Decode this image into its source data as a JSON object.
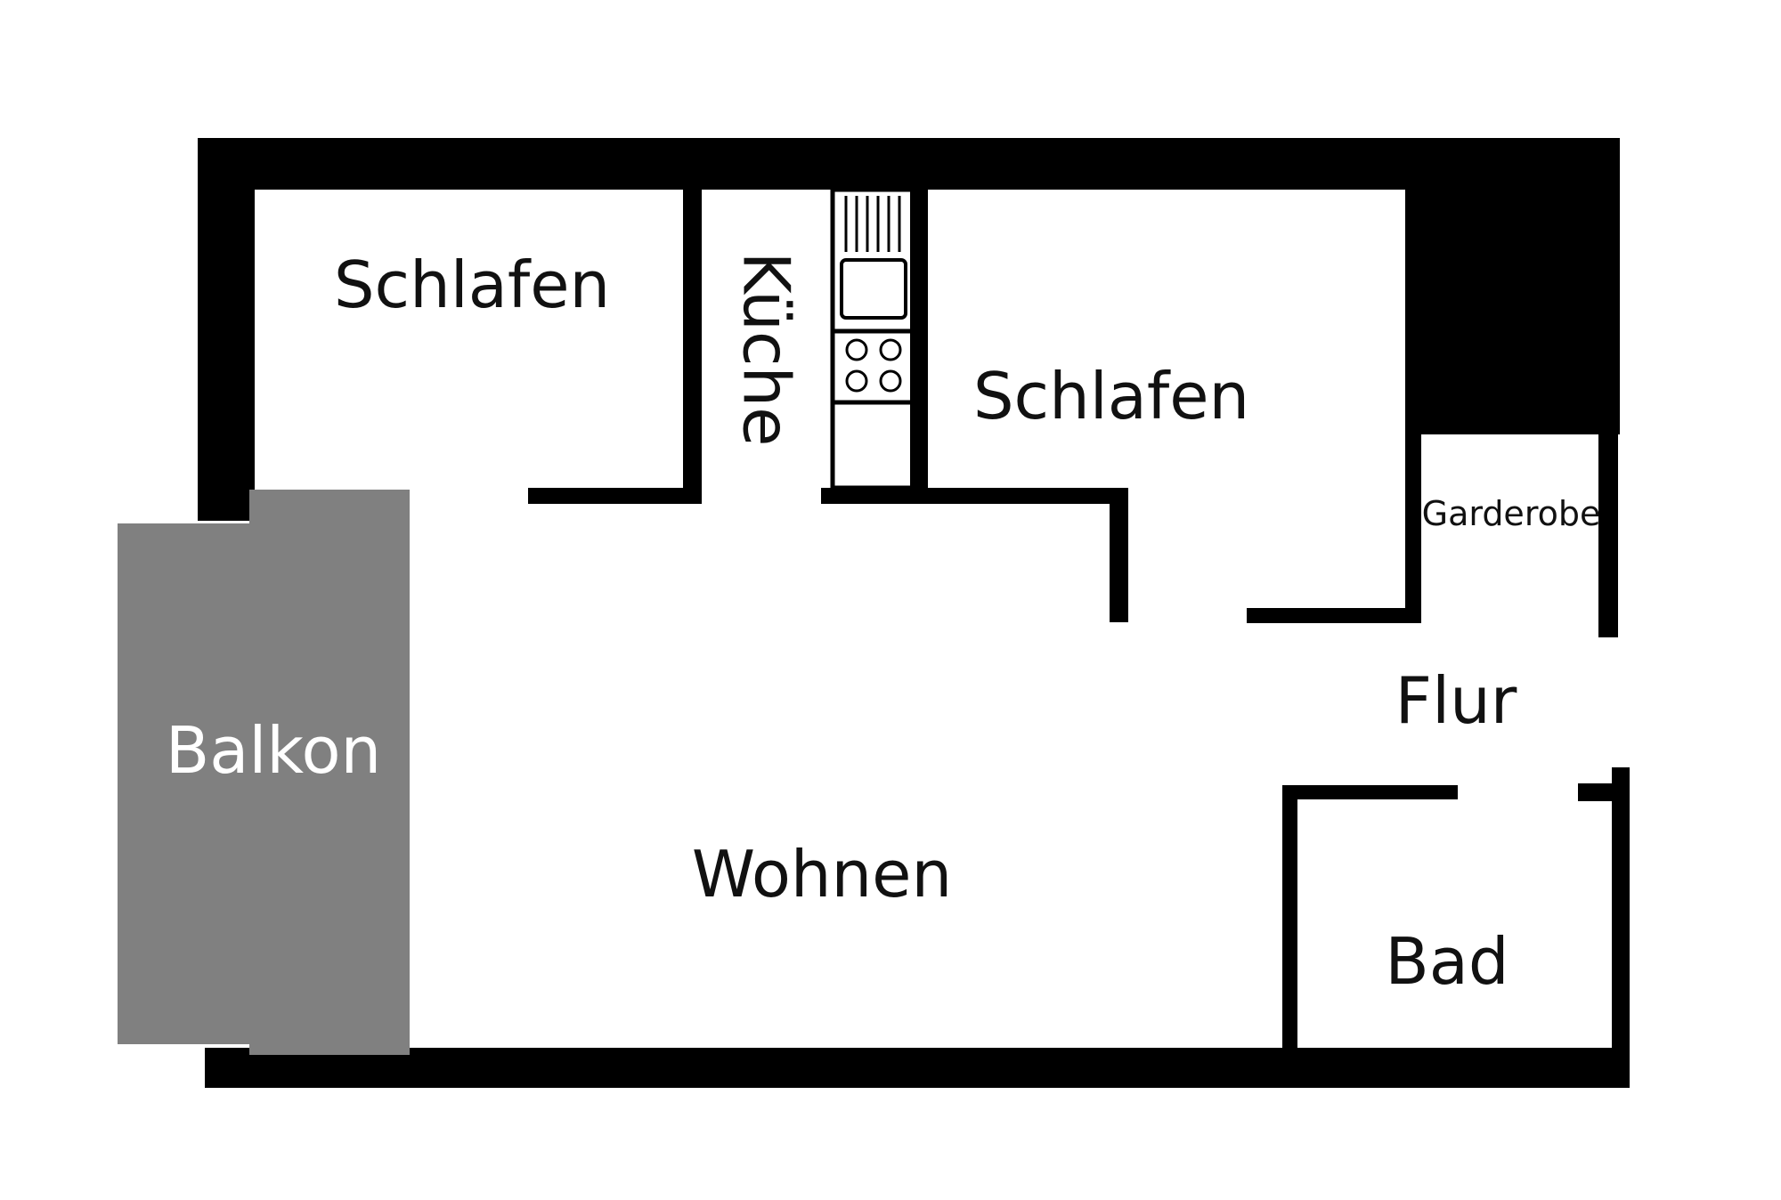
{
  "rooms": {
    "schlafen_left": "Schlafen",
    "kueche": "Küche",
    "schlafen_right": "Schlafen",
    "garderobe": "Garderobe",
    "balkon": "Balkon",
    "flur": "Flur",
    "wohnen": "Wohnen",
    "bad": "Bad"
  },
  "colors": {
    "wall": "#000000",
    "balcony": "#808080",
    "background": "#ffffff",
    "label": "#111111",
    "balcony_label": "#ffffff"
  },
  "icons": {
    "sink": "sink-icon",
    "stove": "stove-icon"
  }
}
